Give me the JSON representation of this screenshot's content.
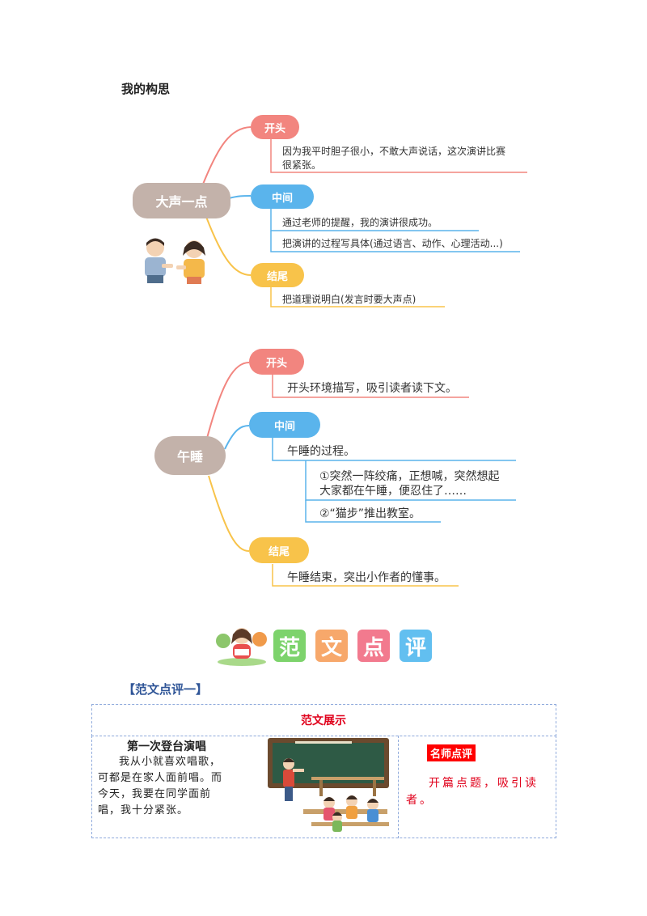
{
  "page_title": "我的构思",
  "map1": {
    "center": "大声一点",
    "start_label": "开头",
    "start_lines": [
      "因为我平时胆子很小，不敢大声说话，这次演讲比赛",
      "很紧张。"
    ],
    "middle_label": "中间",
    "middle_lines": [
      "通过老师的提醒，我的演讲很成功。",
      "把演讲的过程写具体(通过语言、动作、心理活动...)"
    ],
    "end_label": "结尾",
    "end_lines": [
      "把道理说明白(发言时要大声点)"
    ]
  },
  "map2": {
    "center": "午睡",
    "start_label": "开头",
    "start_line": "开头环境描写，吸引读者读下文。",
    "middle_label": "中间",
    "middle_line": "午睡的过程。",
    "sub1_lines": [
      "①突然一阵绞痛，正想喊，突然想起",
      "大家都在午睡，便忍住了……"
    ],
    "sub2_line": "②“猫步”推出教室。",
    "end_label": "结尾",
    "end_line": "午睡结束，突出小作者的懂事。"
  },
  "banner": {
    "chars": [
      "范",
      "文",
      "点",
      "评"
    ],
    "colors": [
      "#7dd36c",
      "#f7a86b",
      "#f27a8e",
      "#62bff0"
    ]
  },
  "section_label": "【范文点评一】",
  "model": {
    "header": "范文展示",
    "essay_title": "第一次登台演唱",
    "essay_body": "我从小就喜欢唱歌，可都是在家人面前唱。而今天，我要在同学面前唱，我十分紧张。",
    "comment_tag": "名师点评",
    "comment_text": "开篇点题，吸引读者。"
  }
}
